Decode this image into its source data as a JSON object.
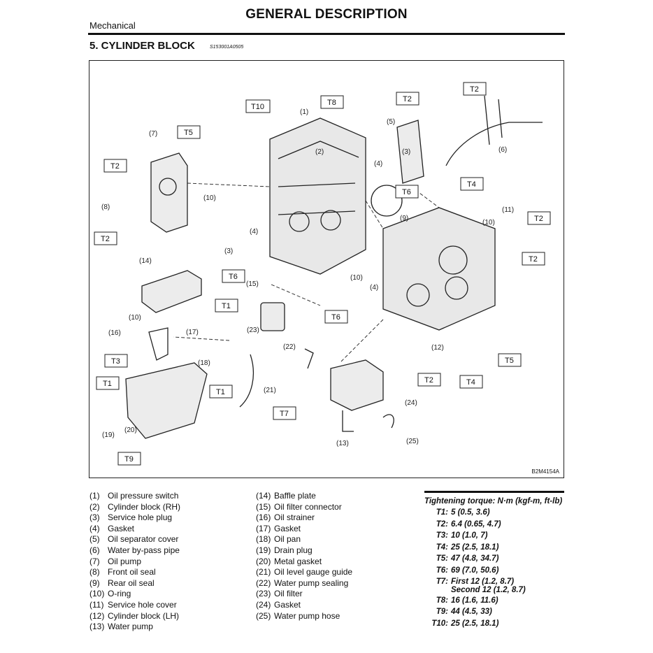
{
  "header": {
    "title": "GENERAL DESCRIPTION",
    "section": "Mechanical",
    "heading": "5.  CYLINDER BLOCK",
    "heading_code": "S153001A0505"
  },
  "diagram": {
    "figure_code": "B2M4154A",
    "callouts": [
      "(1)",
      "(2)",
      "(3)",
      "(3)",
      "(4)",
      "(4)",
      "(4)",
      "(5)",
      "(6)",
      "(7)",
      "(8)",
      "(9)",
      "(10)",
      "(10)",
      "(10)",
      "(10)",
      "(11)",
      "(12)",
      "(13)",
      "(14)",
      "(15)",
      "(16)",
      "(17)",
      "(18)",
      "(19)",
      "(20)",
      "(21)",
      "(22)",
      "(23)",
      "(24)",
      "(25)"
    ],
    "torque_tags": [
      "T10",
      "T8",
      "T2",
      "T2",
      "T5",
      "T2",
      "T2",
      "T6",
      "T4",
      "T2",
      "T2",
      "T6",
      "T1",
      "T6",
      "T3",
      "T1",
      "T1",
      "T7",
      "T9",
      "T2",
      "T4",
      "T5"
    ]
  },
  "legend": {
    "left": [
      {
        "num": "(1)",
        "label": "Oil pressure switch"
      },
      {
        "num": "(2)",
        "label": "Cylinder block (RH)"
      },
      {
        "num": "(3)",
        "label": "Service hole plug"
      },
      {
        "num": "(4)",
        "label": "Gasket"
      },
      {
        "num": "(5)",
        "label": "Oil separator cover"
      },
      {
        "num": "(6)",
        "label": "Water by-pass pipe"
      },
      {
        "num": "(7)",
        "label": "Oil pump"
      },
      {
        "num": "(8)",
        "label": "Front oil seal"
      },
      {
        "num": "(9)",
        "label": "Rear oil seal"
      },
      {
        "num": "(10)",
        "label": "O-ring"
      },
      {
        "num": "(11)",
        "label": "Service hole cover"
      },
      {
        "num": "(12)",
        "label": "Cylinder block (LH)"
      },
      {
        "num": "(13)",
        "label": "Water pump"
      }
    ],
    "right": [
      {
        "num": "(14)",
        "label": "Baffle plate"
      },
      {
        "num": "(15)",
        "label": "Oil filter connector"
      },
      {
        "num": "(16)",
        "label": "Oil strainer"
      },
      {
        "num": "(17)",
        "label": "Gasket"
      },
      {
        "num": "(18)",
        "label": "Oil pan"
      },
      {
        "num": "(19)",
        "label": "Drain plug"
      },
      {
        "num": "(20)",
        "label": "Metal gasket"
      },
      {
        "num": "(21)",
        "label": "Oil level gauge guide"
      },
      {
        "num": "(22)",
        "label": "Water pump sealing"
      },
      {
        "num": "(23)",
        "label": "Oil filter"
      },
      {
        "num": "(24)",
        "label": "Gasket"
      },
      {
        "num": "(25)",
        "label": "Water pump hose"
      }
    ]
  },
  "torque": {
    "title": "Tightening torque: N·m (kgf-m, ft-lb)",
    "rows": [
      {
        "key": "T1:",
        "value": "5 (0.5, 3.6)"
      },
      {
        "key": "T2:",
        "value": "6.4 (0.65, 4.7)"
      },
      {
        "key": "T3:",
        "value": "10 (1.0, 7)"
      },
      {
        "key": "T4:",
        "value": "25 (2.5, 18.1)"
      },
      {
        "key": "T5:",
        "value": "47 (4.8, 34.7)"
      },
      {
        "key": "T6:",
        "value": "69 (7.0, 50.6)"
      },
      {
        "key": "T7:",
        "value": "First 12 (1.2, 8.7)"
      },
      {
        "key": "",
        "value": "Second 12 (1.2, 8.7)"
      },
      {
        "key": "T8:",
        "value": "16 (1.6, 11.6)"
      },
      {
        "key": "T9:",
        "value": "44 (4.5, 33)"
      },
      {
        "key": "T10:",
        "value": "25 (2.5, 18.1)"
      }
    ]
  }
}
